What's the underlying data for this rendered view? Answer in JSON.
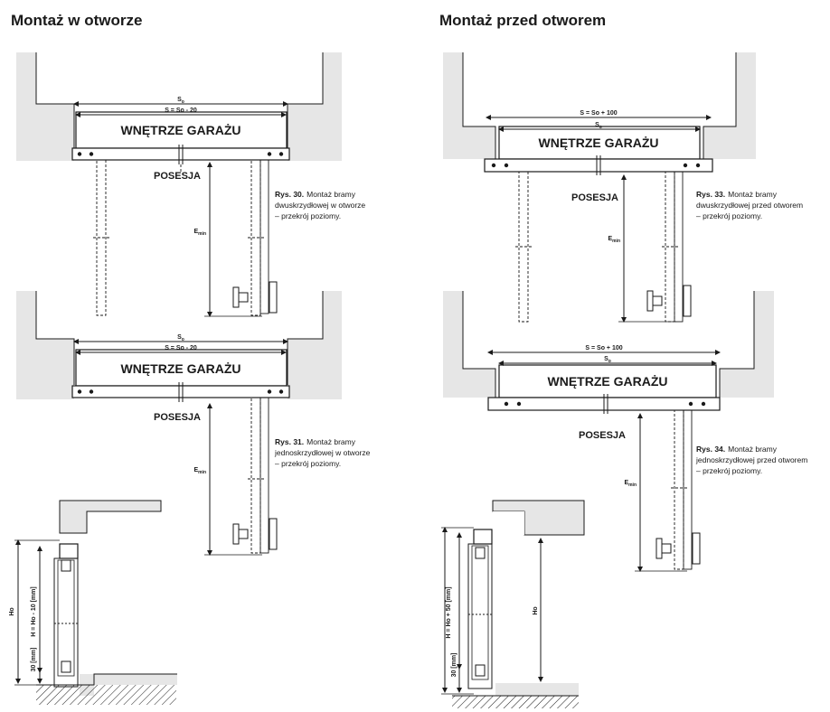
{
  "headings": {
    "left": "Montaż w otworze",
    "right": "Montaż przed otworem"
  },
  "labels": {
    "interior": "WNĘTRZE GARAŻU",
    "street": "POSESJA",
    "so": "S",
    "so_sub": "o",
    "emin": "E",
    "emin_sub": "min",
    "dim_inside": "S = So - 20",
    "dim_front": "S = So + 100",
    "ho": "Ho",
    "h_inside": "H = Ho - 10 [mm]",
    "h_front": "H = Ho + 50 [mm]",
    "gap": "30 [mm]"
  },
  "figures": [
    {
      "number": "Rys. 30.",
      "lines": [
        "Montaż bramy",
        "dwuskrzydłowej w otworze",
        "– przekrój poziomy."
      ]
    },
    {
      "number": "Rys. 31.",
      "lines": [
        "Montaż bramy",
        "jednoskrzydłowej w otworze",
        "– przekrój poziomy."
      ]
    },
    {
      "number": "Rys. 33.",
      "lines": [
        "Montaż bramy",
        "dwuskrzydłowej przed otworem",
        "– przekrój poziomy."
      ]
    },
    {
      "number": "Rys. 34.",
      "lines": [
        "Montaż bramy",
        "jednoskrzydłowej przed otworem",
        "– przekrój poziomy."
      ]
    }
  ],
  "colors": {
    "wall": "#e6e6e6",
    "line": "#1a1a1a",
    "frame": "#ffffff"
  }
}
